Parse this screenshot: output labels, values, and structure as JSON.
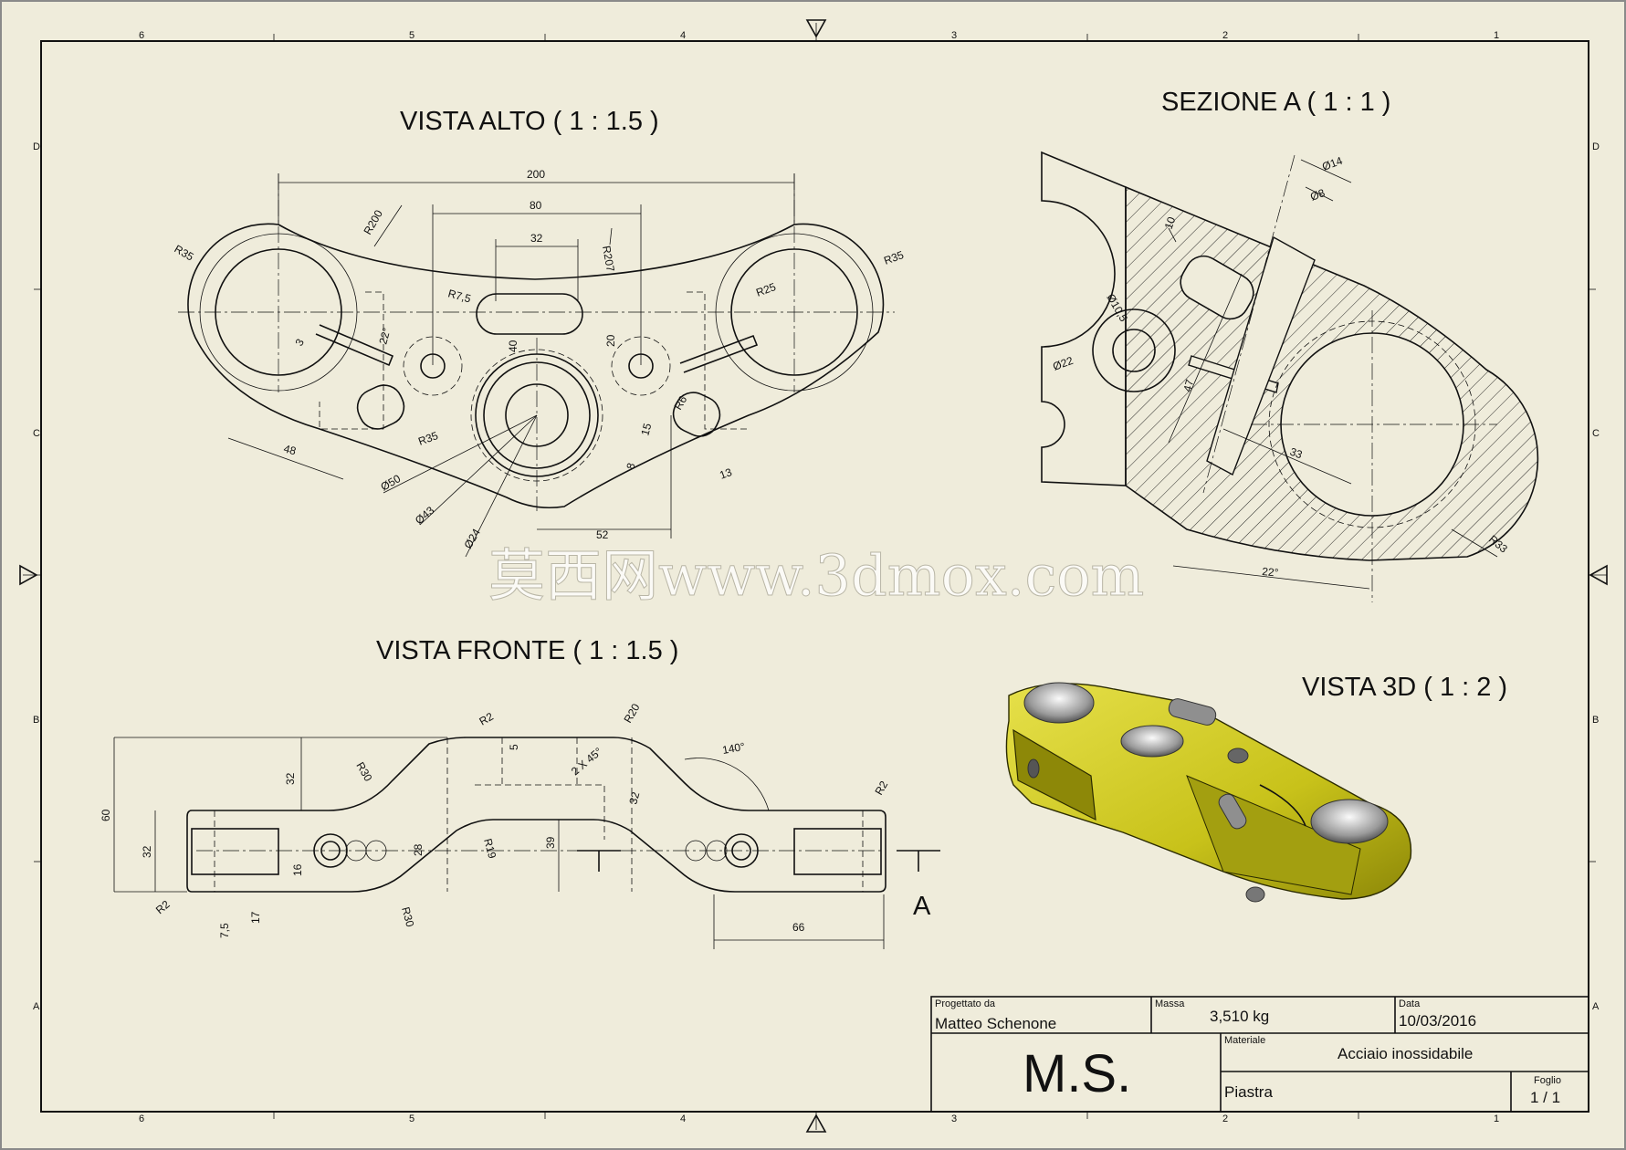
{
  "views": {
    "top": "VISTA ALTO ( 1 : 1.5 )",
    "section": "SEZIONE A ( 1 : 1 )",
    "front": "VISTA FRONTE ( 1 : 1.5 )",
    "iso": "VISTA 3D ( 1 : 2 )"
  },
  "watermark": "莫西网www.3dmox.com",
  "section_marker": "A",
  "zones": {
    "columns": [
      "6",
      "5",
      "4",
      "3",
      "2",
      "1"
    ],
    "rows": [
      "D",
      "C",
      "B",
      "A"
    ]
  },
  "dims_top": [
    "200",
    "80",
    "32",
    "R200",
    "R207",
    "R35",
    "R35",
    "R7,5",
    "R25",
    "3",
    "22°",
    "40",
    "20",
    "48",
    "R35",
    "Ø50",
    "Ø43",
    "Ø24",
    "15",
    "R6",
    "8",
    "13",
    "52"
  ],
  "dims_section": [
    "Ø14",
    "Ø8",
    "10",
    "Ø10,5",
    "Ø22",
    "47",
    "33",
    "22°",
    "R33"
  ],
  "dims_front": [
    "R2",
    "R20",
    "5",
    "32",
    "R30",
    "2 X 45°",
    "140°",
    "R2",
    "60",
    "32",
    "32",
    "28",
    "R19",
    "39",
    "16",
    "R2",
    "7,5",
    "17",
    "R30",
    "66"
  ],
  "title_block": {
    "designed_by_label": "Progettato da",
    "designed_by": "Matteo Schenone",
    "mass_label": "Massa",
    "mass": "3,510 kg",
    "date_label": "Data",
    "date": "10/03/2016",
    "material_label": "Materiale",
    "material": "Acciaio inossidabile",
    "initials": "M.S.",
    "part_name": "Piastra",
    "sheet_label": "Foglio",
    "sheet": "1 / 1"
  },
  "colors": {
    "paper": "#efecdb",
    "ink": "#111111",
    "model": "#c8c21a"
  }
}
